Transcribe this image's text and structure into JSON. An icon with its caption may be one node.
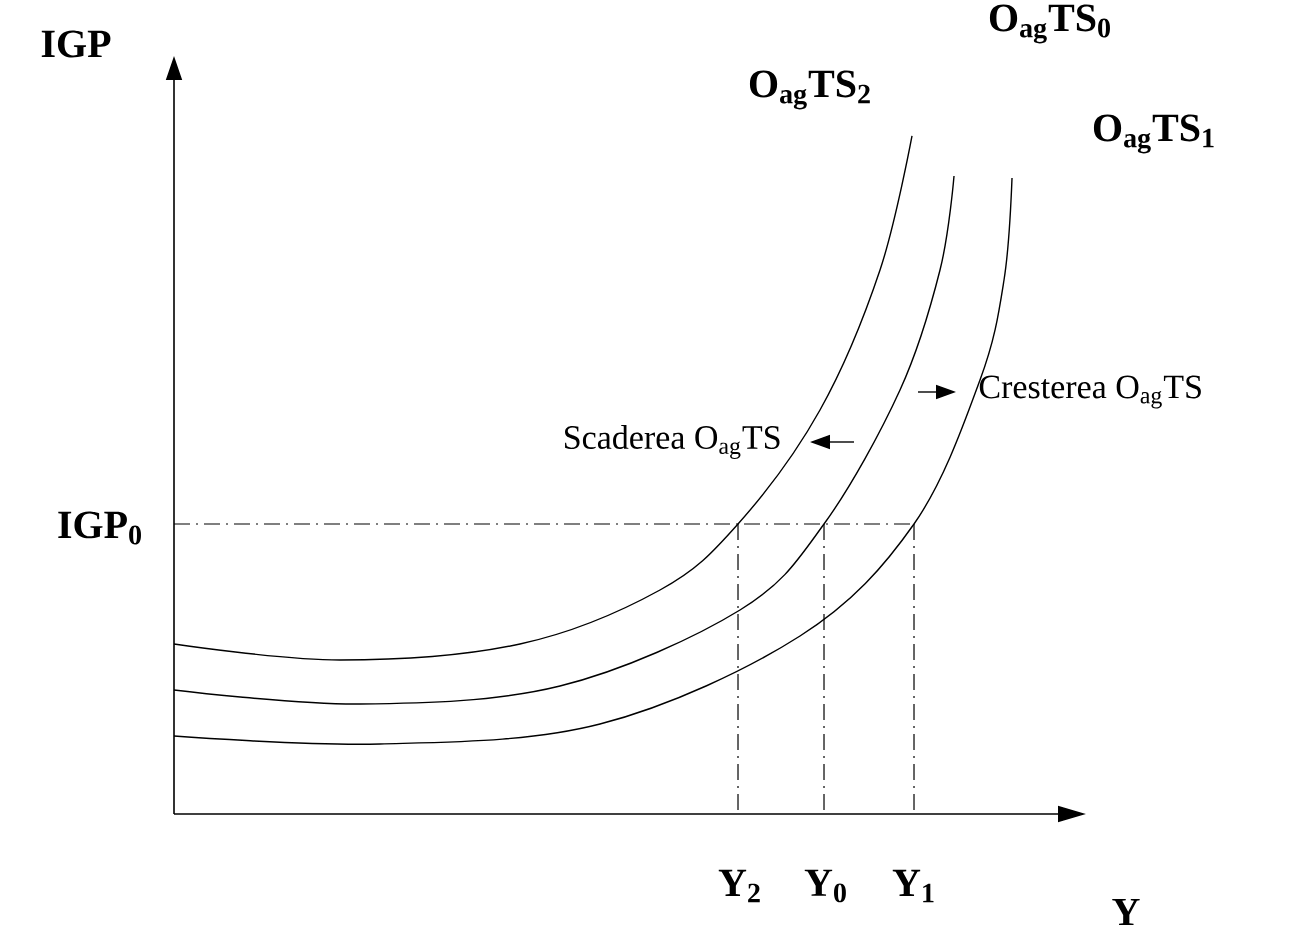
{
  "diagram": {
    "labels": [
      "IGP",
      "O$_{ag}$TS$_{0}$",
      "O$_{ag}$TS$_{2}$",
      "O$_{ag}$TS$_{1}$",
      "Cresterea O$_{ag}$TS",
      "Scaderea O$_{ag}$TS",
      "IGP$_{0}$",
      "Y$_{2}$",
      "Y$_{0}$",
      "Y$_{1}$",
      "Y"
    ]
  }
}
